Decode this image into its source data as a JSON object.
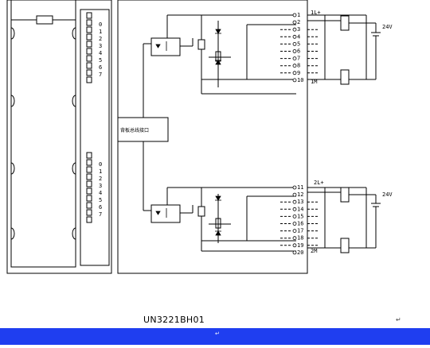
{
  "diagram": {
    "left_channel_labels_top": [
      "0",
      "1",
      "2",
      "3",
      "4",
      "5",
      "6",
      "7"
    ],
    "left_channel_labels_bottom": [
      "0",
      "1",
      "2",
      "3",
      "4",
      "5",
      "6",
      "7"
    ],
    "backplane_label": "背板总线接口",
    "group1": {
      "supply_label": "1L+",
      "common_label": "1M",
      "voltage": "24V",
      "terminals": [
        "1",
        "2",
        "3",
        "4",
        "5",
        "6",
        "7",
        "8",
        "9",
        "10"
      ]
    },
    "group2": {
      "supply_label": "2L+",
      "common_label": "2M",
      "voltage": "24V",
      "terminals": [
        "11",
        "12",
        "13",
        "14",
        "15",
        "16",
        "17",
        "18",
        "19",
        "20"
      ]
    }
  },
  "caption": "UN3221BH01",
  "paragraph_mark": "↵"
}
